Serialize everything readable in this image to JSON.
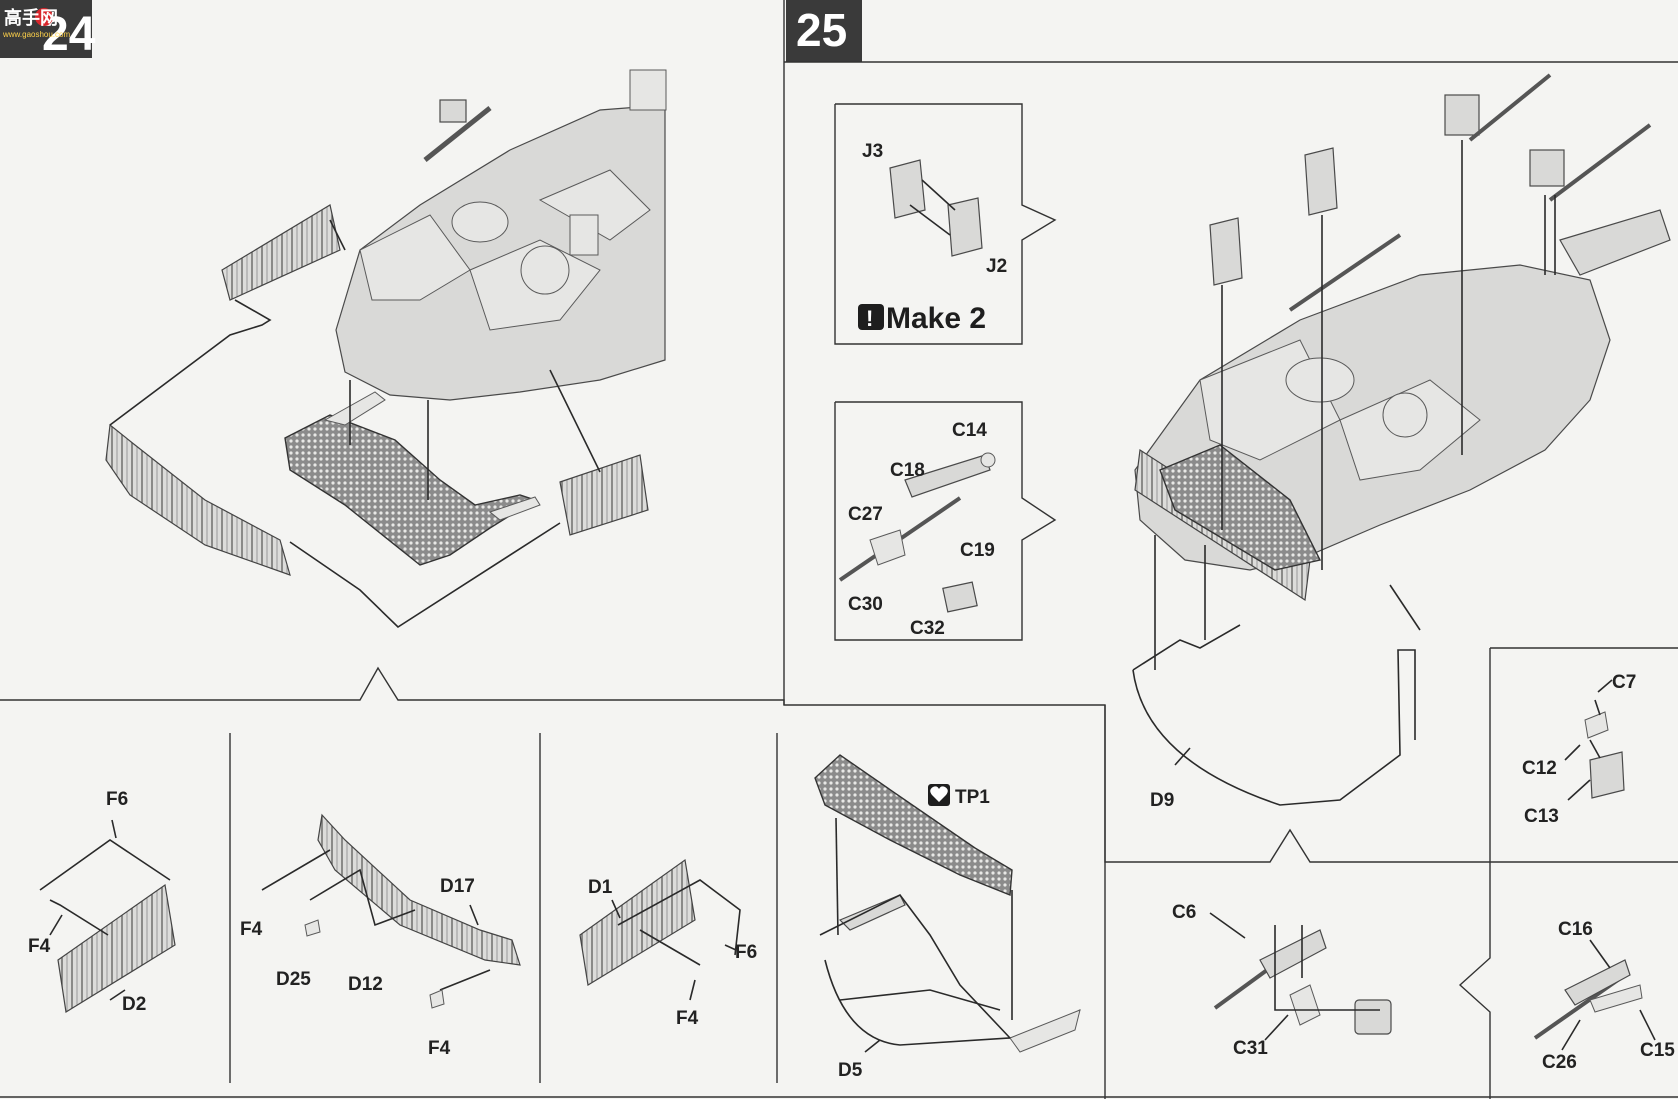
{
  "page": {
    "logo_text": "高手网",
    "logo_sub": "www.gaoshou.com",
    "page_number": "24"
  },
  "step": {
    "number": "25"
  },
  "subassembly_jerrycan": {
    "labels": [
      "J3",
      "J2"
    ],
    "note_icon": "exclamation-icon",
    "note": "Make 2"
  },
  "subassembly_mg": {
    "labels": [
      "C14",
      "C18",
      "C27",
      "C19",
      "C30",
      "C32"
    ]
  },
  "main_right": {
    "labels": [
      "D9"
    ]
  },
  "sub_c7": {
    "labels": [
      "C7",
      "C12",
      "C13"
    ]
  },
  "sub_c6": {
    "labels": [
      "C6",
      "C31"
    ]
  },
  "sub_c16": {
    "labels": [
      "C16",
      "C26",
      "C15"
    ]
  },
  "bottom_row": {
    "panel1": {
      "labels": [
        "F6",
        "F4",
        "D2"
      ]
    },
    "panel2": {
      "labels": [
        "F4",
        "D17",
        "D25",
        "D12",
        "F4"
      ]
    },
    "panel3": {
      "labels": [
        "D1",
        "F6",
        "F4"
      ]
    },
    "panel4": {
      "note_icon": "broken-heart-icon",
      "labels": [
        "TP1",
        "D5"
      ]
    }
  },
  "colors": {
    "step_box": "#3a3a3a",
    "paper": "#f4f4f2",
    "part_fill": "#d9d9d7",
    "line": "#2a2a2a"
  }
}
